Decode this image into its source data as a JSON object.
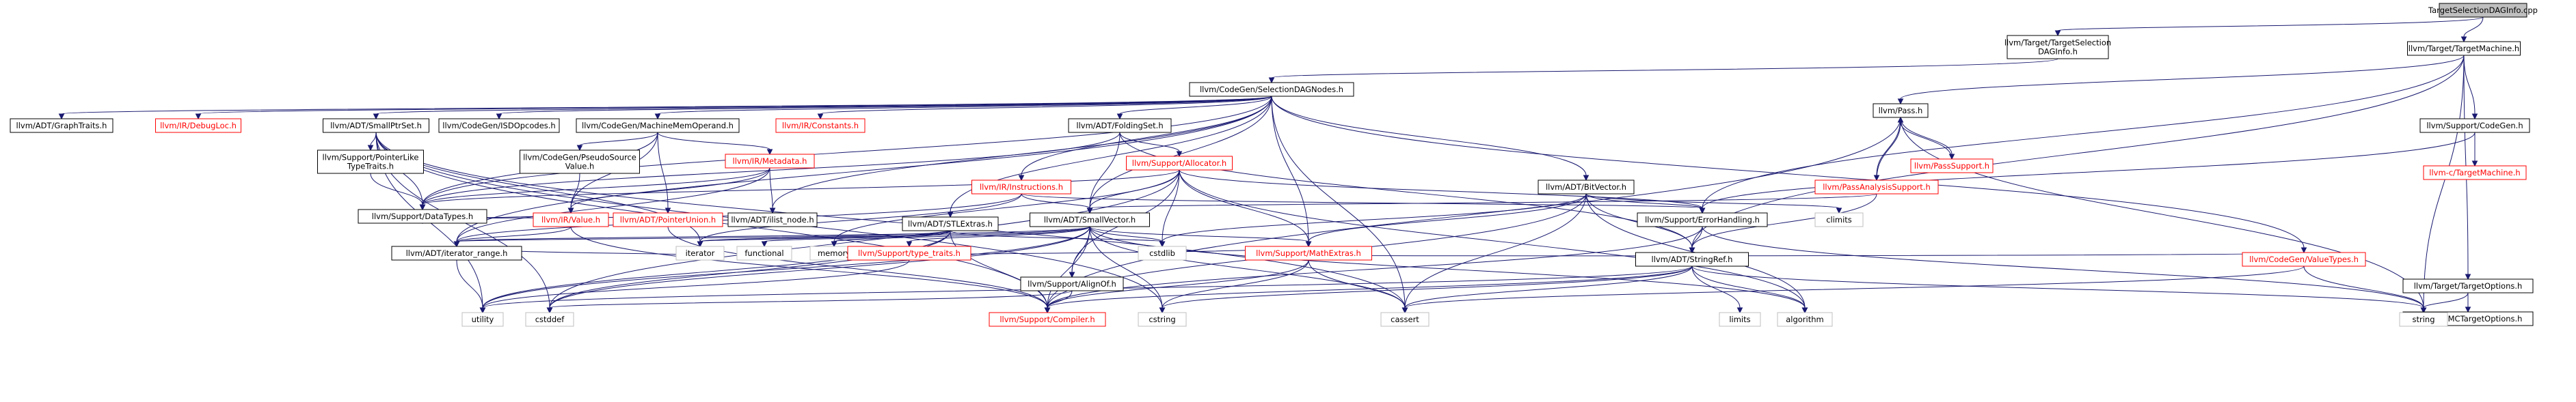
{
  "nodes": [
    {
      "id": "root",
      "label": "TargetSelectionDAGInfo.cpp",
      "style": "root"
    },
    {
      "id": "tsdi",
      "label": "llvm/Target/TargetSelection\nDAGInfo.h"
    },
    {
      "id": "tm",
      "label": "llvm/Target/TargetMachine.h"
    },
    {
      "id": "sdn",
      "label": "llvm/CodeGen/SelectionDAGNodes.h"
    },
    {
      "id": "graphtraits",
      "label": "llvm/ADT/GraphTraits.h"
    },
    {
      "id": "debugloc",
      "label": "llvm/IR/DebugLoc.h",
      "style": "red"
    },
    {
      "id": "smallptrset",
      "label": "llvm/ADT/SmallPtrSet.h"
    },
    {
      "id": "isdopcodes",
      "label": "llvm/CodeGen/ISDOpcodes.h"
    },
    {
      "id": "mmo",
      "label": "llvm/CodeGen/MachineMemOperand.h"
    },
    {
      "id": "constants",
      "label": "llvm/IR/Constants.h",
      "style": "red"
    },
    {
      "id": "foldingset",
      "label": "llvm/ADT/FoldingSet.h"
    },
    {
      "id": "bitvector",
      "label": "llvm/ADT/BitVector.h"
    },
    {
      "id": "pass",
      "label": "llvm/Pass.h"
    },
    {
      "id": "supportcodegen",
      "label": "llvm/Support/CodeGen.h"
    },
    {
      "id": "pointerlike",
      "label": "llvm/Support/PointerLike\nTypeTraits.h"
    },
    {
      "id": "pseudosrc",
      "label": "llvm/CodeGen/PseudoSource\nValue.h"
    },
    {
      "id": "metadata",
      "label": "llvm/IR/Metadata.h",
      "style": "red"
    },
    {
      "id": "instructions",
      "label": "llvm/IR/Instructions.h",
      "style": "red"
    },
    {
      "id": "allocator",
      "label": "llvm/Support/Allocator.h",
      "style": "red"
    },
    {
      "id": "passanalysis",
      "label": "llvm/PassAnalysisSupport.h",
      "style": "red"
    },
    {
      "id": "passsupport",
      "label": "llvm/PassSupport.h",
      "style": "red"
    },
    {
      "id": "ctm",
      "label": "llvm-c/TargetMachine.h",
      "style": "red"
    },
    {
      "id": "datatypes",
      "label": "llvm/Support/DataTypes.h"
    },
    {
      "id": "value",
      "label": "llvm/IR/Value.h",
      "style": "red"
    },
    {
      "id": "pointerunion",
      "label": "llvm/ADT/PointerUnion.h",
      "style": "red"
    },
    {
      "id": "ilistnode",
      "label": "llvm/ADT/ilist_node.h"
    },
    {
      "id": "stlextras",
      "label": "llvm/ADT/STLExtras.h"
    },
    {
      "id": "smallvector",
      "label": "llvm/ADT/SmallVector.h"
    },
    {
      "id": "errorhandling",
      "label": "llvm/Support/ErrorHandling.h"
    },
    {
      "id": "climits",
      "label": "climits",
      "style": "ext"
    },
    {
      "id": "targetoptions",
      "label": "llvm/Target/TargetOptions.h"
    },
    {
      "id": "iterrange",
      "label": "llvm/ADT/iterator_range.h"
    },
    {
      "id": "iterator",
      "label": "iterator",
      "style": "ext"
    },
    {
      "id": "functional",
      "label": "functional",
      "style": "ext"
    },
    {
      "id": "memory",
      "label": "memory",
      "style": "ext"
    },
    {
      "id": "typetraits",
      "label": "llvm/Support/type_traits.h",
      "style": "red"
    },
    {
      "id": "alignof",
      "label": "llvm/Support/AlignOf.h"
    },
    {
      "id": "cstdlib",
      "label": "cstdlib",
      "style": "ext"
    },
    {
      "id": "mathextras",
      "label": "llvm/Support/MathExtras.h",
      "style": "red"
    },
    {
      "id": "stringref",
      "label": "llvm/ADT/StringRef.h"
    },
    {
      "id": "valuetypes",
      "label": "llvm/CodeGen/ValueTypes.h",
      "style": "red"
    },
    {
      "id": "mcto",
      "label": "llvm/MC/MCTargetOptions.h"
    },
    {
      "id": "utility",
      "label": "utility",
      "style": "ext"
    },
    {
      "id": "cstddef",
      "label": "cstddef",
      "style": "ext"
    },
    {
      "id": "compiler",
      "label": "llvm/Support/Compiler.h",
      "style": "red"
    },
    {
      "id": "cstring",
      "label": "cstring",
      "style": "ext"
    },
    {
      "id": "cassert",
      "label": "cassert",
      "style": "ext"
    },
    {
      "id": "limits",
      "label": "limits",
      "style": "ext"
    },
    {
      "id": "algorithm",
      "label": "algorithm",
      "style": "ext"
    },
    {
      "id": "string",
      "label": "string",
      "style": "ext"
    }
  ],
  "edges": [
    [
      "root",
      "tsdi"
    ],
    [
      "root",
      "tm"
    ],
    [
      "tsdi",
      "sdn"
    ],
    [
      "tm",
      "pass"
    ],
    [
      "tm",
      "supportcodegen"
    ],
    [
      "tm",
      "targetoptions"
    ],
    [
      "tm",
      "stringref"
    ],
    [
      "tm",
      "string"
    ],
    [
      "tm",
      "errorhandling"
    ],
    [
      "sdn",
      "graphtraits"
    ],
    [
      "sdn",
      "debugloc"
    ],
    [
      "sdn",
      "smallptrset"
    ],
    [
      "sdn",
      "isdopcodes"
    ],
    [
      "sdn",
      "mmo"
    ],
    [
      "sdn",
      "constants"
    ],
    [
      "sdn",
      "foldingset"
    ],
    [
      "sdn",
      "bitvector"
    ],
    [
      "sdn",
      "instructions"
    ],
    [
      "sdn",
      "stlextras"
    ],
    [
      "sdn",
      "smallvector"
    ],
    [
      "sdn",
      "mathextras"
    ],
    [
      "sdn",
      "valuetypes"
    ],
    [
      "sdn",
      "ilistnode"
    ],
    [
      "sdn",
      "iterrange"
    ],
    [
      "sdn",
      "datatypes"
    ],
    [
      "sdn",
      "cassert"
    ],
    [
      "smallptrset",
      "pointerlike"
    ],
    [
      "smallptrset",
      "datatypes"
    ],
    [
      "smallptrset",
      "compiler"
    ],
    [
      "smallptrset",
      "cstddef"
    ],
    [
      "smallptrset",
      "cstring"
    ],
    [
      "smallptrset",
      "iterator"
    ],
    [
      "smallptrset",
      "utility"
    ],
    [
      "smallptrset",
      "cassert"
    ],
    [
      "mmo",
      "pseudosrc"
    ],
    [
      "mmo",
      "metadata"
    ],
    [
      "mmo",
      "pointerunion"
    ],
    [
      "mmo",
      "value"
    ],
    [
      "mmo",
      "datatypes"
    ],
    [
      "pointerlike",
      "datatypes"
    ],
    [
      "pseudosrc",
      "value"
    ],
    [
      "metadata",
      "datatypes"
    ],
    [
      "metadata",
      "ilistnode"
    ],
    [
      "metadata",
      "iterrange"
    ],
    [
      "metadata",
      "value"
    ],
    [
      "foldingset",
      "smallvector"
    ],
    [
      "foldingset",
      "allocator"
    ],
    [
      "foldingset",
      "datatypes"
    ],
    [
      "foldingset",
      "stringref"
    ],
    [
      "instructions",
      "smallvector"
    ],
    [
      "instructions",
      "iterator"
    ],
    [
      "instructions",
      "iterrange"
    ],
    [
      "instructions",
      "errorhandling"
    ],
    [
      "allocator",
      "smallvector"
    ],
    [
      "allocator",
      "alignof"
    ],
    [
      "allocator",
      "datatypes"
    ],
    [
      "allocator",
      "mathextras"
    ],
    [
      "allocator",
      "errorhandling"
    ],
    [
      "allocator",
      "cstdlib"
    ],
    [
      "allocator",
      "cstddef"
    ],
    [
      "allocator",
      "algorithm"
    ],
    [
      "allocator",
      "memory"
    ],
    [
      "bitvector",
      "errorhandling"
    ],
    [
      "bitvector",
      "mathextras"
    ],
    [
      "bitvector",
      "climits"
    ],
    [
      "bitvector",
      "cstdlib"
    ],
    [
      "bitvector",
      "algorithm"
    ],
    [
      "bitvector",
      "cassert"
    ],
    [
      "bitvector",
      "stringref"
    ],
    [
      "bitvector",
      "compiler"
    ],
    [
      "pass",
      "passanalysis"
    ],
    [
      "pass",
      "passsupport"
    ],
    [
      "pass",
      "string"
    ],
    [
      "pass",
      "compiler"
    ],
    [
      "passanalysis",
      "pass"
    ],
    [
      "passanalysis",
      "smallvector"
    ],
    [
      "passanalysis",
      "stringref"
    ],
    [
      "passsupport",
      "pass"
    ],
    [
      "supportcodegen",
      "ctm"
    ],
    [
      "supportcodegen",
      "errorhandling"
    ],
    [
      "stlextras",
      "iterator"
    ],
    [
      "stlextras",
      "functional"
    ],
    [
      "stlextras",
      "memory"
    ],
    [
      "stlextras",
      "utility"
    ],
    [
      "stlextras",
      "cstddef"
    ],
    [
      "stlextras",
      "cstdlib"
    ],
    [
      "stlextras",
      "iterrange"
    ],
    [
      "stlextras",
      "compiler"
    ],
    [
      "smallvector",
      "iterrange"
    ],
    [
      "smallvector",
      "alignof"
    ],
    [
      "smallvector",
      "compiler"
    ],
    [
      "smallvector",
      "mathextras"
    ],
    [
      "smallvector",
      "typetraits"
    ],
    [
      "smallvector",
      "algorithm"
    ],
    [
      "smallvector",
      "cassert"
    ],
    [
      "smallvector",
      "cstddef"
    ],
    [
      "smallvector",
      "cstdlib"
    ],
    [
      "smallvector",
      "cstring"
    ],
    [
      "smallvector",
      "initializer"
    ],
    [
      "smallvector",
      "iterator"
    ],
    [
      "smallvector",
      "memory"
    ],
    [
      "smallvector",
      "utility"
    ],
    [
      "errorhandling",
      "stringref"
    ],
    [
      "errorhandling",
      "compiler"
    ],
    [
      "errorhandling",
      "string"
    ],
    [
      "iterrange",
      "utility"
    ],
    [
      "iterrange",
      "iterator"
    ],
    [
      "typetraits",
      "utility"
    ],
    [
      "alignof",
      "compiler"
    ],
    [
      "alignof",
      "cstddef"
    ],
    [
      "mathextras",
      "compiler"
    ],
    [
      "mathextras",
      "cassert"
    ],
    [
      "mathextras",
      "cstring"
    ],
    [
      "mathextras",
      "typetraits"
    ],
    [
      "stringref",
      "compiler"
    ],
    [
      "stringref",
      "algorithm"
    ],
    [
      "stringref",
      "cassert"
    ],
    [
      "stringref",
      "cstring"
    ],
    [
      "stringref",
      "limits"
    ],
    [
      "stringref",
      "string"
    ],
    [
      "stringref",
      "utility"
    ],
    [
      "valuetypes",
      "mathextras"
    ],
    [
      "valuetypes",
      "cassert"
    ],
    [
      "valuetypes",
      "string"
    ],
    [
      "targetoptions",
      "mcto"
    ],
    [
      "targetoptions",
      "string"
    ],
    [
      "mcto",
      "string"
    ],
    [
      "value",
      "iterrange"
    ],
    [
      "value",
      "compiler"
    ],
    [
      "value",
      "datatypes"
    ],
    [
      "pointerunion",
      "compiler"
    ],
    [
      "ilistnode",
      "datatypes"
    ]
  ]
}
